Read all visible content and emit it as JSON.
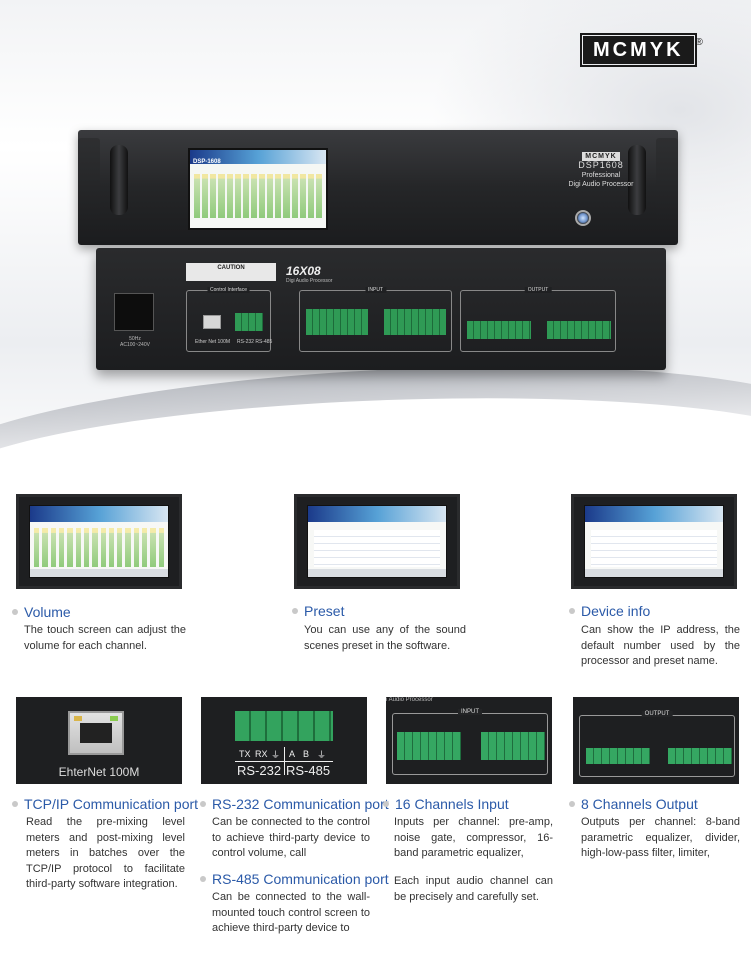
{
  "brand": {
    "logo_text": "MCMYK",
    "registered": "®"
  },
  "hero": {
    "front_panel": {
      "screen_label": "DSP-1608",
      "brand_logo": "MCMYK",
      "model": "DSP1608",
      "subtitle_line1": "Professional",
      "subtitle_line2": "Digi Audio Processor"
    },
    "back_panel": {
      "caution": "CAUTION",
      "model": "16X08",
      "model_sub": "Digi Audio Processor",
      "power_label_line1": "50Hz",
      "power_label_line2": "AC100~240V",
      "control_interface_label": "Control Interface",
      "ethernet_label": "Ether Net 100M",
      "rs_label": "RS-232 RS-485",
      "input_label": "INPUT",
      "output_label": "OUTPUT"
    }
  },
  "features": [
    {
      "title": "Volume",
      "description": "The touch screen can adjust the volume for each channel."
    },
    {
      "title": "Preset",
      "description": "You can use any of the sound scenes preset in the software."
    },
    {
      "title": "Device info",
      "description": "Can show the IP address, the default number used by the processor and preset name."
    },
    {
      "title": "TCP/IP Communication port",
      "description": "Read the pre-mixing level meters and post-mixing level meters in batches over the TCP/IP protocol to facilitate third-party software integration.",
      "thumb_label": "EhterNet 100M"
    },
    {
      "title": "RS-232 Communication port",
      "description": "Can be connected to the control to achieve third-party device to control volume, call",
      "title2": "RS-485 Communication port",
      "description2": "Can be connected to the wall-mounted touch control screen to achieve third-party device to",
      "thumb_labels": {
        "tx": "TX",
        "rx": "RX",
        "gnd": "⏚",
        "a": "A",
        "b": "B",
        "gnd2": "⏚",
        "rs232": "RS-232",
        "rs485": "RS-485"
      }
    },
    {
      "title": "16 Channels Input",
      "description": "Inputs per channel: pre-amp, noise gate, compressor, 16-band parametric equalizer,",
      "description2": "Each input audio channel can be precisely and carefully set.",
      "thumb_label": "INPUT",
      "thumb_top_label": "i Audio Processor"
    },
    {
      "title": "8 Channels Output",
      "description": "Outputs per channel: 8-band parametric equalizer, divider, high-low-pass filter, limiter,",
      "thumb_label": "OUTPUT"
    }
  ],
  "icons": {
    "title_bullet": "dot-icon",
    "ethernet": "rj45-port-icon",
    "terminal": "terminal-block-icon",
    "power_button": "power-button-icon",
    "power_inlet": "power-inlet-icon"
  },
  "colors": {
    "title_blue": "#2b5aa8",
    "device_black": "#1f2022",
    "terminal_green": "#33a35e"
  }
}
